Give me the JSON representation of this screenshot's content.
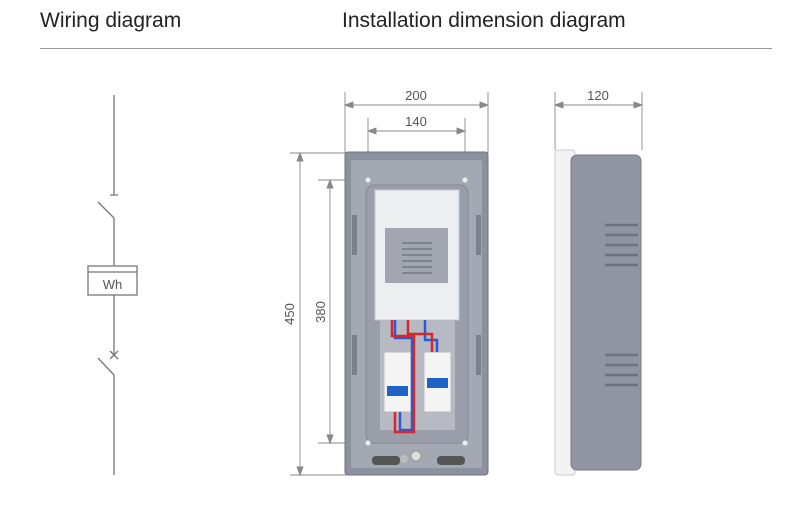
{
  "headings": {
    "wiring": "Wiring diagram",
    "installation": "Installation dimension diagram"
  },
  "wiring_diagram": {
    "meter_label": "Wh"
  },
  "dimensions": {
    "total_width": "200",
    "mounting_width": "140",
    "depth": "120",
    "total_height": "450",
    "mounting_height": "380"
  },
  "colors": {
    "enclosure": "#8a8f9c",
    "panel": "#e9eaec",
    "live_wire": "#d8262b",
    "neutral_wire": "#2a5bd0",
    "breaker_handle": "#1e63c8"
  }
}
